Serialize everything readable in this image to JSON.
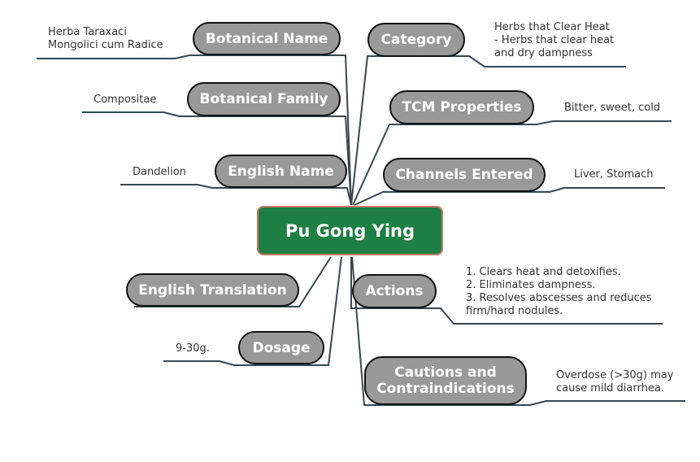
{
  "central": {
    "label": "Pu Gong Ying"
  },
  "left": [
    {
      "label": "Botanical Name",
      "note": "Herba Taraxaci\nMongolici cum Radice"
    },
    {
      "label": "Botanical Family",
      "note": "Compositae"
    },
    {
      "label": "English Name",
      "note": "Dandelion"
    },
    {
      "label": "English Translation",
      "note": ""
    },
    {
      "label": "Dosage",
      "note": "9-30g."
    }
  ],
  "right": [
    {
      "label": "Category",
      "note": "Herbs that Clear Heat\n- Herbs that clear heat\nand dry dampness"
    },
    {
      "label": "TCM Properties",
      "note": "Bitter, sweet, cold"
    },
    {
      "label": "Channels Entered",
      "note": "Liver, Stomach"
    },
    {
      "label": "Actions",
      "note": "1. Clears heat and detoxifies.\n2. Eliminates dampness.\n3. Resolves abscesses and reduces\nfirm/hard nodules."
    },
    {
      "label": "Cautions and\nContraindications",
      "note": "Overdose (>30g) may\ncause mild diarrhea."
    }
  ],
  "colors": {
    "central_fill": "#1e7f44",
    "central_border": "#c87a6a",
    "pill_fill": "#999999",
    "line": "#37474f"
  }
}
